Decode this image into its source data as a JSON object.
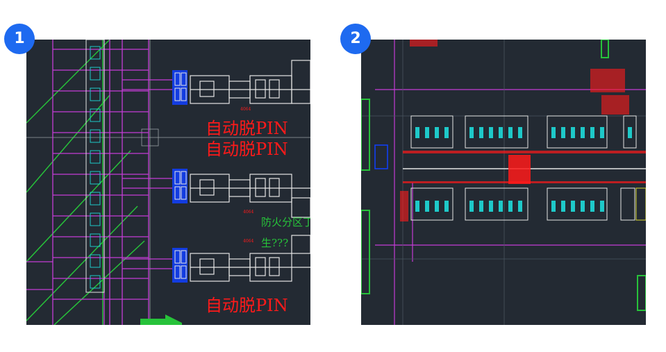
{
  "badges": [
    "1",
    "2"
  ],
  "panel1": {
    "labels": [
      "自动脱PIN",
      "自动脱PIN",
      "自动脱PIN"
    ],
    "green_text": [
      "防火分区丁一",
      "生???"
    ],
    "small_red": [
      "4064",
      "4064",
      "4064"
    ]
  },
  "colors": {
    "badge": "#1e6af0",
    "cad_background": "#232a33",
    "magenta": "#c43cd6",
    "green": "#27c23a",
    "red": "#ff1a1a",
    "blue": "#1040ff",
    "cyan": "#1ec9c9",
    "white": "#e6e6e6"
  }
}
